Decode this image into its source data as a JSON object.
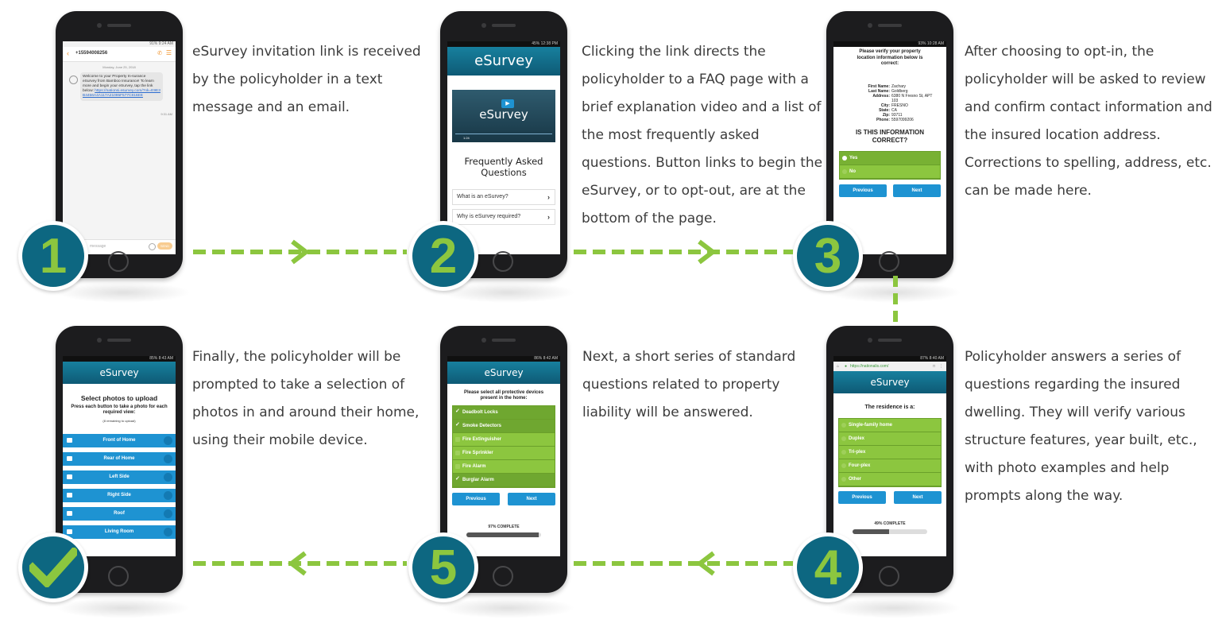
{
  "steps": [
    {
      "badge": "1",
      "text": "eSurvey invitation link is received by the policyholder in a text message and an email."
    },
    {
      "badge": "2",
      "text": "Clicking the link directs the policyholder to a FAQ page with a brief explanation video and a list of the most frequently asked questions. Button links to begin the eSurvey, or to opt-out, are at the bottom of the page."
    },
    {
      "badge": "3",
      "text": "After choosing to opt-in, the policyholder will be asked to review and confirm contact information and the insured location address. Corrections to spelling, address, etc. can be made here."
    },
    {
      "badge": "4",
      "text": "Policyholder answers a series of questions regarding the insured dwelling. They will verify various structure features, year built, etc., with photo examples and help prompts along the way."
    },
    {
      "badge": "5",
      "text": "Next, a short series of standard questions related to property liability will be answered."
    },
    {
      "badge": "check",
      "text": "Finally, the policyholder will be prompted to take a selection of photos in and around their home, using their mobile device."
    }
  ],
  "colors": {
    "teal": "#0d6781",
    "green": "#8cc63f",
    "blue": "#1e93d2"
  },
  "phone1": {
    "status": "91% 9:24 AM",
    "contact": "+15594008256",
    "date": "Monday, June 25, 2018",
    "message": "Welcome to your Property In-surance eSurvey from Bamboo Insurance! To learn more and begin your eSurvey, tap the link below:",
    "link": "https://nationsi.esurvey.com/?nk=E9E3B4456A4A117A21095F577C816EE",
    "time": "9:31 AM",
    "placeholder": "message",
    "send": "SEND"
  },
  "phone2": {
    "status": "45% 12:38 PM",
    "logo": "eSurvey",
    "video_time": "1:24",
    "faq_title": "Frequently Asked Questions",
    "faq_items": [
      "What is an eSurvey?",
      "Why is eSurvey required?"
    ]
  },
  "phone3": {
    "status": "93% 10:28 AM",
    "heading": "Please verify your property location information below is correct:",
    "fields": [
      {
        "label": "First Name:",
        "value": "Zachary"
      },
      {
        "label": "Last Name:",
        "value": "Goldberg"
      },
      {
        "label": "Address:",
        "value": "6380 N Fresno St, APT 103"
      },
      {
        "label": "City:",
        "value": "FRESNO"
      },
      {
        "label": "State:",
        "value": "CA"
      },
      {
        "label": "Zip:",
        "value": "93711"
      },
      {
        "label": "Phone:",
        "value": "5597099206"
      }
    ],
    "question": "IS THIS INFORMATION CORRECT?",
    "options": [
      "Yes",
      "No"
    ],
    "prev": "Previous",
    "next": "Next"
  },
  "phone4": {
    "status": "87% 8:40 AM",
    "url": "https://nationalis.com/",
    "logo": "eSurvey",
    "question": "The residence is a:",
    "options": [
      "Single-family home",
      "Duplex",
      "Tri-plex",
      "Four-plex",
      "Other"
    ],
    "prev": "Previous",
    "next": "Next",
    "progress_label": "49% COMPLETE",
    "progress": 0.49
  },
  "phone5": {
    "status": "86% 8:42 AM",
    "logo": "eSurvey",
    "question": "Please select all protective devices present in the home:",
    "options": [
      {
        "label": "Deadbolt Locks",
        "checked": true
      },
      {
        "label": "Smoke Detectors",
        "checked": true
      },
      {
        "label": "Fire Extinguisher",
        "checked": false
      },
      {
        "label": "Fire Sprinkler",
        "checked": false
      },
      {
        "label": "Fire Alarm",
        "checked": false
      },
      {
        "label": "Burglar Alarm",
        "checked": true
      }
    ],
    "prev": "Previous",
    "next": "Next",
    "progress_label": "97% COMPLETE",
    "progress": 0.97
  },
  "phone6": {
    "status": "85% 8:43 AM",
    "logo": "eSurvey",
    "title": "Select photos to upload",
    "instructions": "Press each button to take a photo for each required view:",
    "remaining": "(8 remaining to upload)",
    "buttons": [
      "Front of Home",
      "Rear of Home",
      "Left Side",
      "Right Side",
      "Roof",
      "Living Room"
    ]
  }
}
